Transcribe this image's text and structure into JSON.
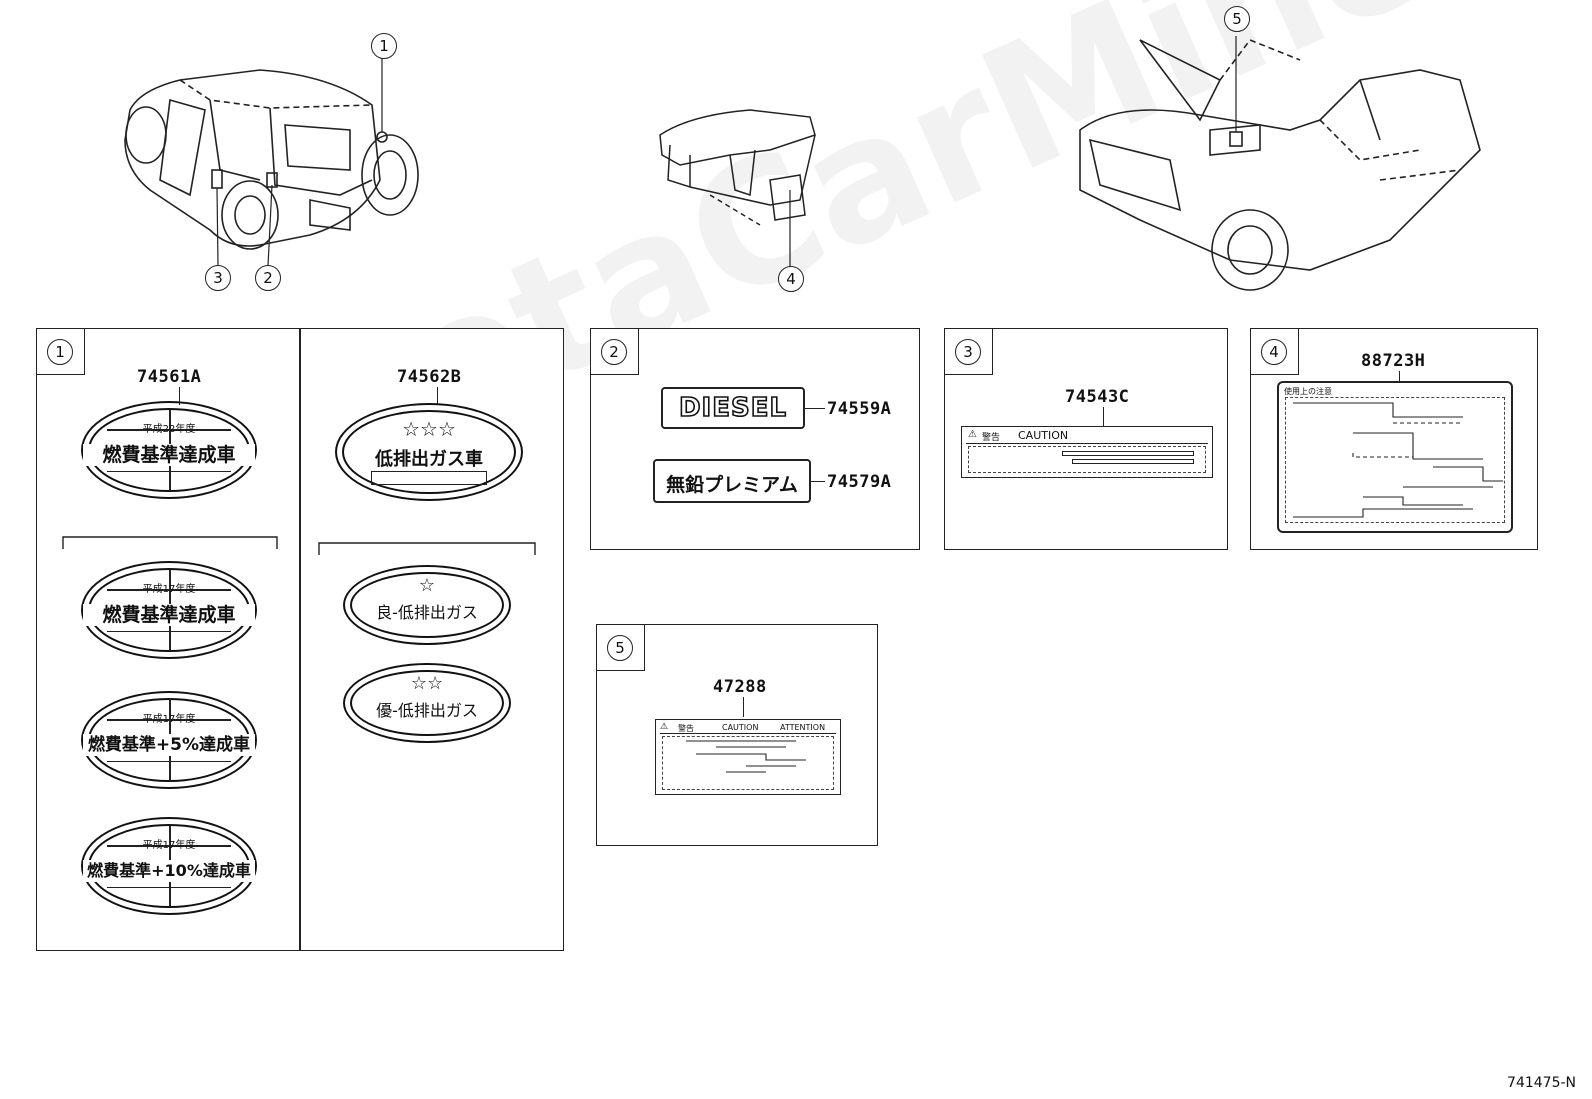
{
  "callouts": {
    "c1": "1",
    "c2": "2",
    "c3": "3",
    "c4": "4",
    "c5": "5"
  },
  "panel1": {
    "left_part": "74561A",
    "right_part": "74562B",
    "globe1_top": "平成22年度",
    "globe1_text": "燃費基準達成車",
    "globe2_top": "平成17年度",
    "globe2_text": "燃費基準達成車",
    "globe3_top": "平成17年度",
    "globe3_text": "燃費基準+5%達成車",
    "globe4_top": "平成17年度",
    "globe4_text": "燃費基準+10%達成車",
    "eco1_stars": "☆☆☆",
    "eco1_text": "低排出ガス車",
    "eco2_stars": "☆",
    "eco2_text": "良-低排出ガス",
    "eco3_stars": "☆☆",
    "eco3_text": "優-低排出ガス"
  },
  "panel2": {
    "diesel_text": "DIESEL",
    "diesel_part": "74559A",
    "premium_text": "無鉛プレミアム",
    "premium_part": "74579A"
  },
  "panel3": {
    "part": "74543C",
    "warn": "警告",
    "caution": "CAUTION"
  },
  "panel4": {
    "part": "88723H",
    "heading": "使用上の注意"
  },
  "panel5": {
    "part": "47288",
    "warn": "警告",
    "caution": "CAUTION",
    "attention": "ATTENTION"
  },
  "watermark": "ToyotaCarMine.ru",
  "diagram_id": "741475-N"
}
